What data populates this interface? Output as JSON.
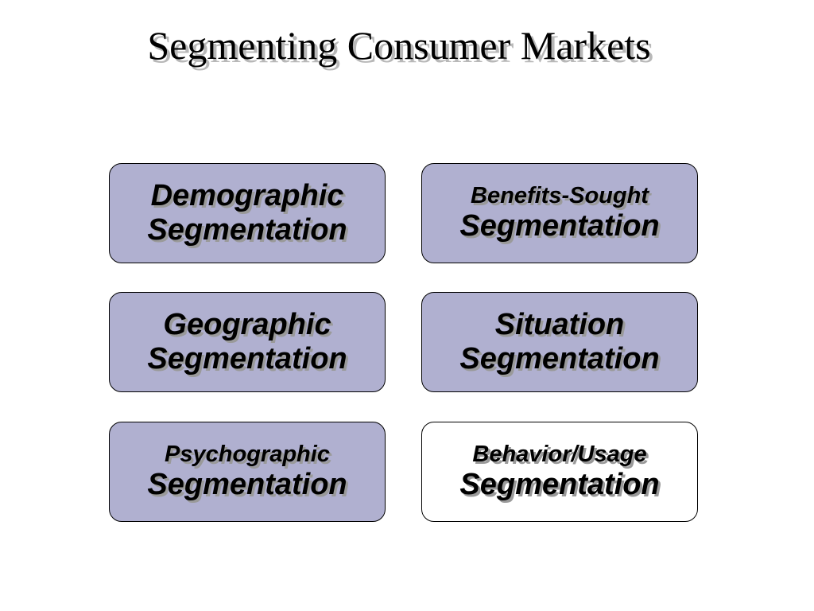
{
  "title": "Segmenting Consumer Markets",
  "boxes": [
    {
      "line1": "Demographic",
      "line2": "Segmentation"
    },
    {
      "line1": "Benefits-Sought",
      "line2": "Segmentation"
    },
    {
      "line1": "Geographic",
      "line2": "Segmentation"
    },
    {
      "line1": "Situation",
      "line2": "Segmentation"
    },
    {
      "line1": "Psychographic",
      "line2": "Segmentation"
    },
    {
      "line1": "Behavior/Usage",
      "line2": "Segmentation"
    }
  ],
  "colors": {
    "shaded_box": "#b0b0d0",
    "plain_box": "#ffffff",
    "text": "#000000"
  }
}
